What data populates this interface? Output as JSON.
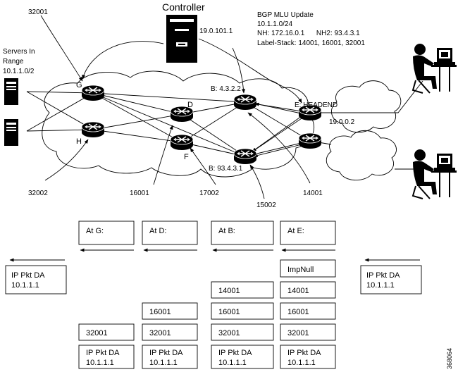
{
  "title": "Controller",
  "controller_ip": "19.0.101.1",
  "bgp_update": {
    "heading": "BGP MLU Update",
    "prefix": "10.1.1.0/24",
    "next_hops": "NH: 172.16.0.1      NH2: 93.4.3.1",
    "label_stack": "Label-Stack: 14001, 16001, 32001"
  },
  "servers": {
    "line1": "Servers In",
    "line2": "Range",
    "line3": "10.1.1.0/2"
  },
  "nodes": {
    "g": "G",
    "h": "H",
    "d": "D",
    "f": "F",
    "b_upper": "B: 4.3.2.2",
    "b_lower": "B: 93.4.3.1",
    "e": "E: HEADEND",
    "e_ip": "19.0.0.2"
  },
  "labels": {
    "l32001": "32001",
    "l32002": "32002",
    "l16001": "16001",
    "l17002": "17002",
    "l15002": "15002",
    "l14001": "14001"
  },
  "stack": {
    "headers": [
      "At G:",
      "At D:",
      "At B:",
      "At E:"
    ],
    "imp_null": "ImpNull",
    "pkt_title": "IP Pkt DA",
    "pkt_addr": "10.1.1.1",
    "row_14001": "14001",
    "row_16001": "16001",
    "row_32001": "32001"
  },
  "figure_id": "368064"
}
